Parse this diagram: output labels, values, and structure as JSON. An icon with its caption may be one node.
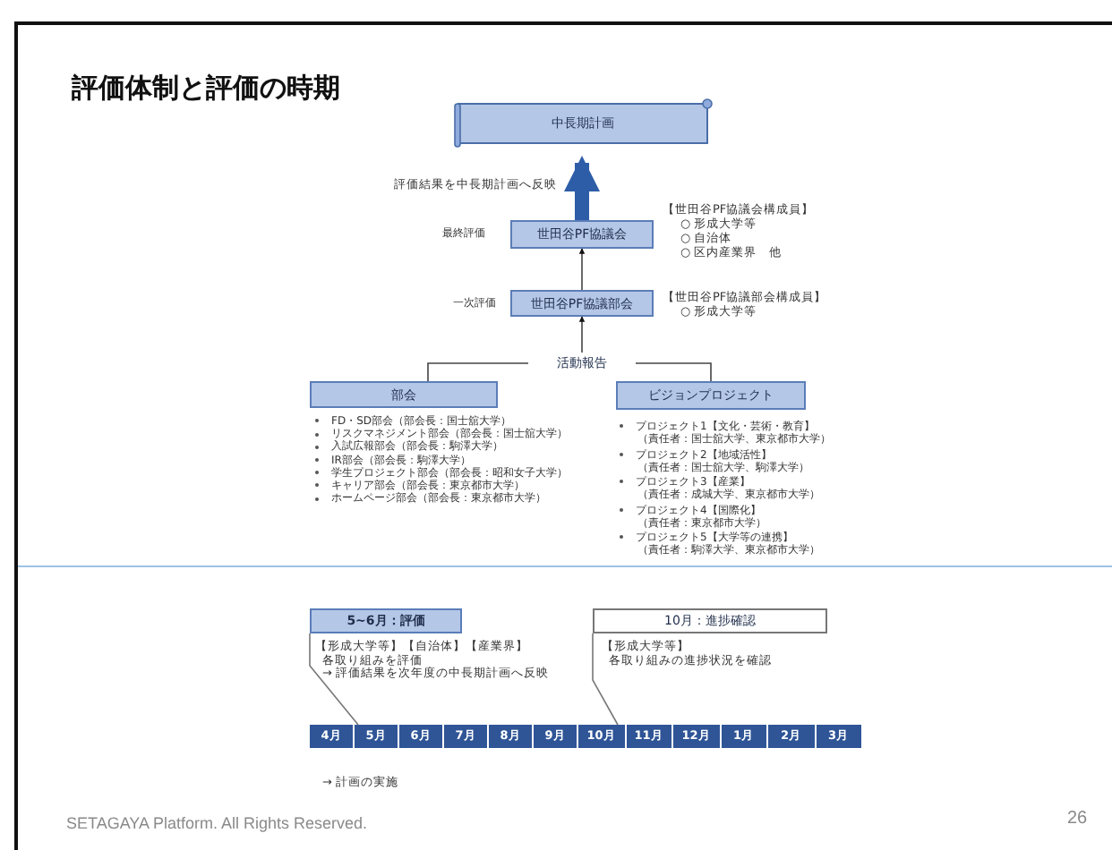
{
  "diagram": {
    "title": "評価体制と評価の時期",
    "nodes": [
      {
        "text": [
          "中長期計画"
        ]
      },
      {
        "text": [
          "世田谷PF協議会"
        ],
        "beside": [
          "最終評価",
          "【世田谷PF協議会構成員】",
          "○ 形成大学等",
          "○ 自治体",
          "○ 区内産業界　他"
        ]
      },
      {
        "text": [
          "世田谷PF協議部会"
        ],
        "beside": [
          "一次評価",
          "【世田谷PF協議部会構成員】",
          "○ 形成大学等"
        ]
      },
      {
        "text": [
          "活動報告"
        ]
      },
      {
        "text": [
          "部会"
        ],
        "beside": [
          "FD・SD部会（部会長：国士舘大学）",
          "リスクマネジメント部会（部会長：国士舘大学）",
          "入試広報部会（部会長：駒澤大学）",
          "IR部会（部会長：駒澤大学）",
          "学生プロジェクト部会（部会長：昭和女子大学）",
          "キャリア部会（部会長：東京都市大学）",
          "ホームページ部会（部会長：東京都市大学）"
        ]
      },
      {
        "text": [
          "ビジョンプロジェクト"
        ],
        "beside": [
          "プロジェクト1【文化・芸術・教育】（責任者：国士舘大学、東京都市大学）",
          "プロジェクト2【地域活性】（責任者：国士舘大学、駒澤大学）",
          "プロジェクト3【産業】（責任者：成城大学、東京都市大学）",
          "プロジェクト4【国際化】（責任者：東京都市大学）",
          "プロジェクト5【大学等の連携】（責任者：駒澤大学、東京都市大学）"
        ]
      },
      {
        "text": [
          "5~6月：評価"
        ],
        "beside": [
          "【形成大学等】【自治体】【産業界】",
          "各取り組みを評価",
          "→ 評価結果を次年度の中長期計画へ反映"
        ]
      },
      {
        "text": [
          "10月：進捗確認"
        ],
        "beside": [
          "【形成大学等】",
          "各取り組みの進捗状況を確認"
        ]
      },
      {
        "text": [
          "4月"
        ]
      },
      {
        "text": [
          "5月"
        ]
      },
      {
        "text": [
          "6月"
        ]
      },
      {
        "text": [
          "7月"
        ]
      },
      {
        "text": [
          "8月"
        ]
      },
      {
        "text": [
          "9月"
        ]
      },
      {
        "text": [
          "10月"
        ]
      },
      {
        "text": [
          "11月"
        ]
      },
      {
        "text": [
          "12月"
        ]
      },
      {
        "text": [
          "1月"
        ]
      },
      {
        "text": [
          "2月"
        ]
      },
      {
        "text": [
          "3月"
        ]
      }
    ],
    "edges": [
      {
        "from": 1,
        "to": 0,
        "arrow": "to",
        "label": "評価結果を中長期計画へ反映",
        "style": "thick",
        "color": "#2e5da8"
      },
      {
        "from": 2,
        "to": 1,
        "arrow": "to"
      },
      {
        "from": 3,
        "to": 2,
        "arrow": "to"
      },
      {
        "from": 4,
        "to": 3,
        "arrow": "none"
      },
      {
        "from": 5,
        "to": 3,
        "arrow": "none"
      },
      {
        "from": 6,
        "to": 9,
        "arrow": "none"
      },
      {
        "from": 7,
        "to": 14,
        "arrow": "none"
      }
    ],
    "labels": [
      "→ 計画の実施",
      "SETAGAYA Platform. All Rights Reserved.",
      "26"
    ]
  }
}
